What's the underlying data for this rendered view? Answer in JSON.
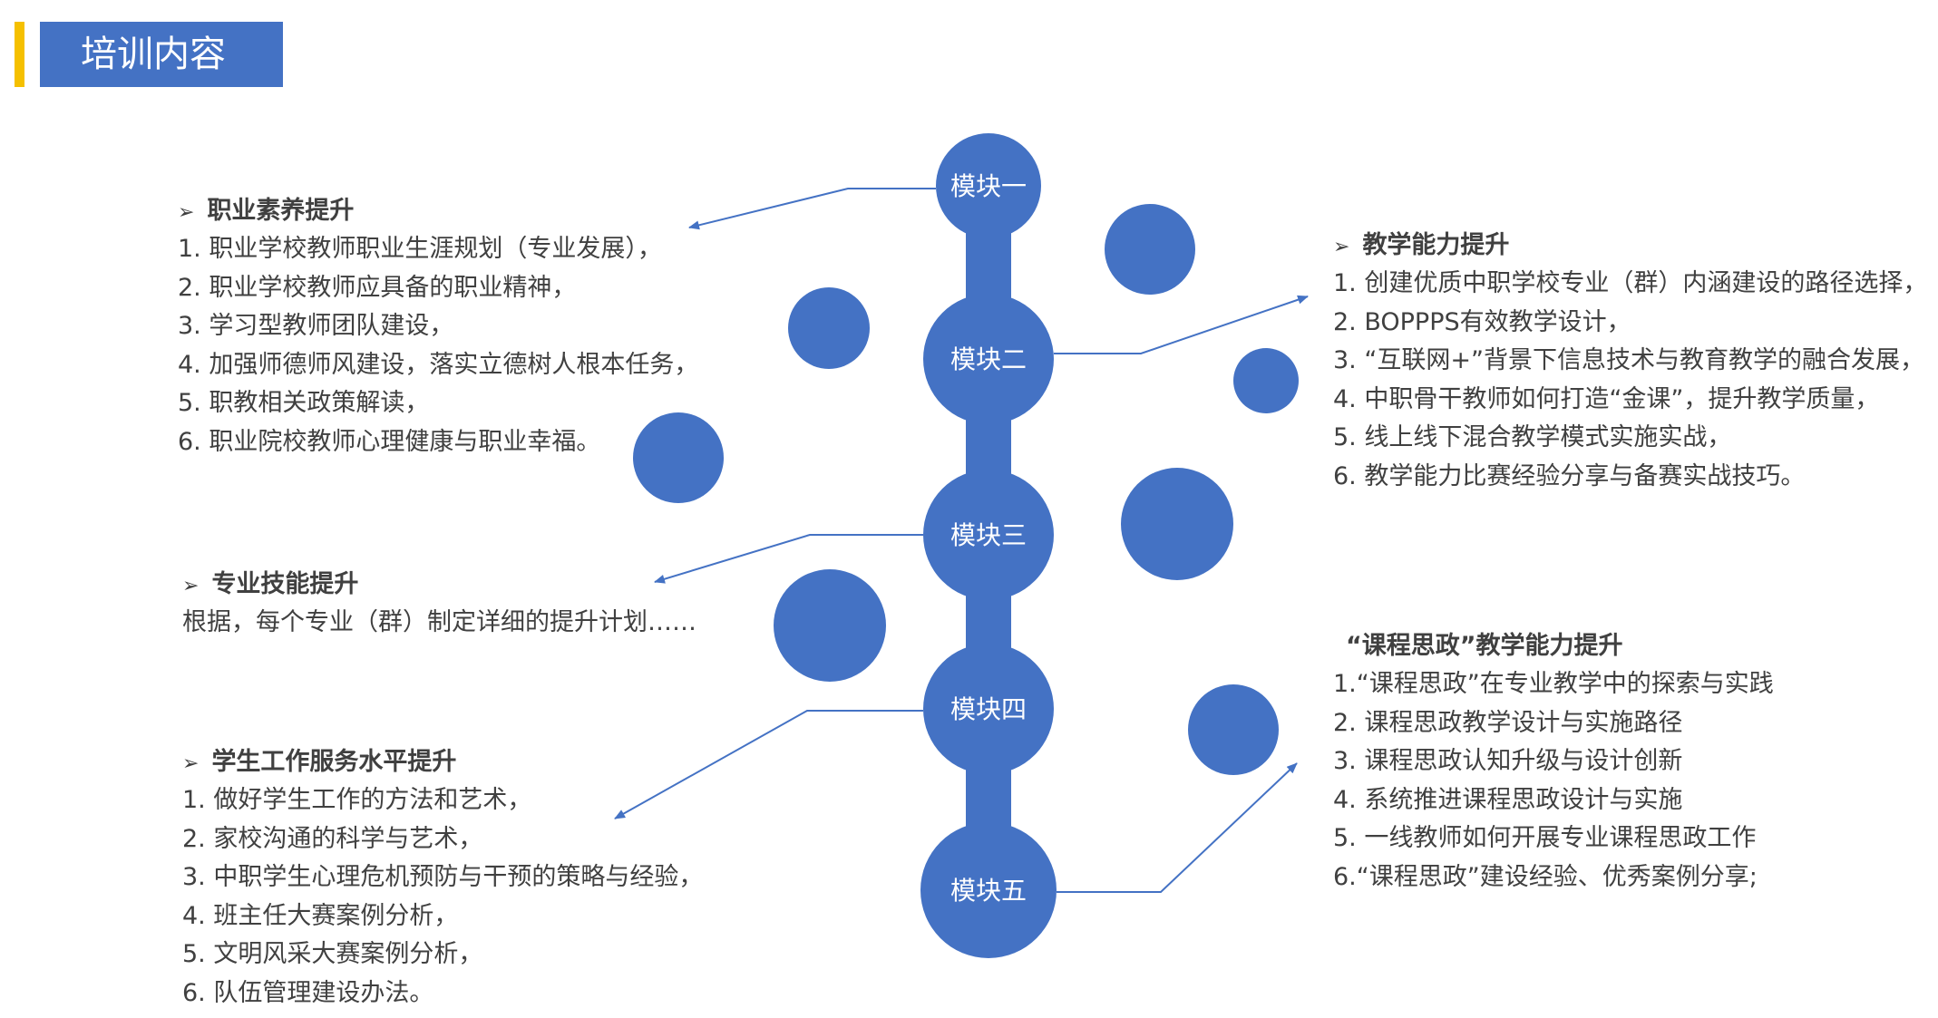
{
  "header": {
    "title": "培训内容"
  },
  "colors": {
    "accent": "#f5c000",
    "primary": "#4472c4",
    "line": "#4472c4",
    "text": "#404040"
  },
  "modules": [
    "模块一",
    "模块二",
    "模块三",
    "模块四",
    "模块五"
  ],
  "sections": {
    "s1": {
      "heading": "职业素养提升",
      "items": [
        "1. 职业学校教师职业生涯规划（专业发展），",
        "2. 职业学校教师应具备的职业精神，",
        "3. 学习型教师团队建设，",
        "4. 加强师德师风建设，落实立德树人根本任务，",
        "5. 职教相关政策解读，",
        "6. 职业院校教师心理健康与职业幸福。"
      ]
    },
    "s2": {
      "heading": "教学能力提升",
      "items": [
        "1. 创建优质中职学校专业（群）内涵建设的路径选择，",
        "2. BOPPPS有效教学设计，",
        "3. “互联网+”背景下信息技术与教育教学的融合发展，",
        "4. 中职骨干教师如何打造“金课”，提升教学质量，",
        "5. 线上线下混合教学模式实施实战，",
        "6. 教学能力比赛经验分享与备赛实战技巧。"
      ]
    },
    "s3": {
      "heading": "专业技能提升",
      "items": [
        "根据，每个专业（群）制定详细的提升计划……"
      ]
    },
    "s4": {
      "heading": "学生工作服务水平提升",
      "items": [
        "1.  做好学生工作的方法和艺术，",
        "2.  家校沟通的科学与艺术，",
        "3. 中职学生心理危机预防与干预的策略与经验，",
        "4. 班主任大赛案例分析，",
        "5. 文明风采大赛案例分析，",
        "6. 队伍管理建设办法。"
      ]
    },
    "s5": {
      "heading": "“课程思政”教学能力提升",
      "items": [
        "1.“课程思政”在专业教学中的探索与实践",
        "2. 课程思政教学设计与实施路径",
        "3. 课程思政认知升级与设计创新",
        "4. 系统推进课程思政设计与实施",
        "5. 一线教师如何开展专业课程思政工作",
        "6.“课程思政”建设经验、优秀案例分享;"
      ]
    }
  }
}
